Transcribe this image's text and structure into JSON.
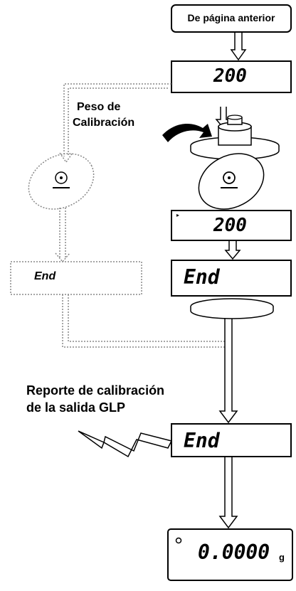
{
  "start_box": "De página anterior",
  "label_weight_line1": "Peso de",
  "label_weight_line2": "Calibración",
  "end_box_text": "End",
  "display_1": "200",
  "display_2": "200",
  "display_3": "End",
  "display_4": "End",
  "display_5": "0.0000",
  "display_5_unit": "g",
  "report_line1": "Reporte de calibración",
  "report_line2": "de la salida GLP"
}
